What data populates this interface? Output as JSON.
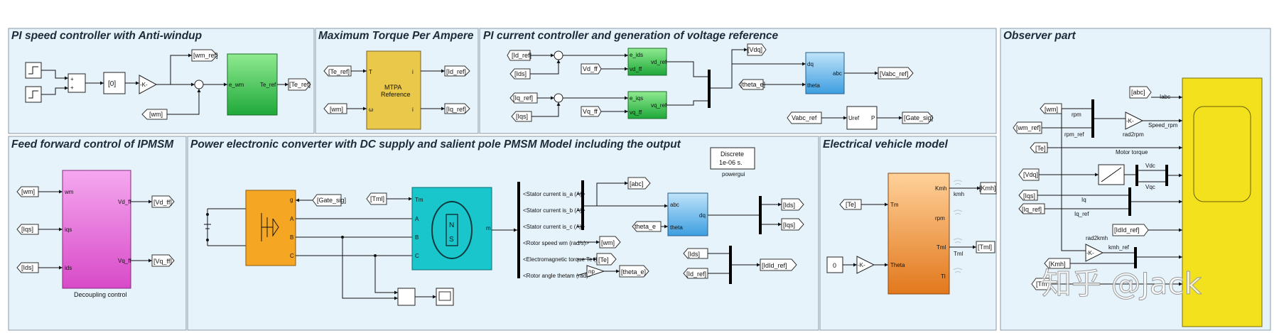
{
  "panels": {
    "speed": "PI speed controller with Anti-windup",
    "mtpa": "Maximum Torque Per Ampere",
    "current": "PI current controller  and generation of voltage reference",
    "observer": "Observer part",
    "feedforward": "Feed forward control of IPMSM",
    "power": "Power electronic converter with DC supply and salient pole PMSM Model including the output",
    "vehicle": "Electrical vehicle model"
  },
  "speed": {
    "constant": "[0]",
    "gain": "-K-",
    "goto_wm_ref": "[wm_ref]",
    "from_wm": "[wm]",
    "pi_in": "e_wm",
    "pi_out": "Te_ref",
    "goto_te_ref": "[Te_ref]"
  },
  "mtpa": {
    "from_te_ref": "[Te_ref]",
    "from_wm": "[wm]",
    "block_line1": "MTPA",
    "block_line2": "Reference",
    "port_t": "T",
    "port_w": "ω",
    "port_id": "i",
    "port_iq": "i",
    "goto_id_ref": "[Id_ref]",
    "goto_iq_ref": "[Iq_ref]"
  },
  "current": {
    "from_id_ref": "[Id_ref]",
    "from_ids": "[Ids]",
    "from_vd_ff": "Vd_ff",
    "from_iq_ref": "[Iq_ref]",
    "from_iqs": "[Iqs]",
    "from_vq_ff": "Vq_ff",
    "pi_d_in1": "e_ids",
    "pi_d_in2": "vd_ff",
    "pi_d_out": "vd_ref",
    "pi_q_in1": "e_iqs",
    "pi_q_in2": "vq_ff",
    "pi_q_out": "vq_ref",
    "goto_vdq": "[Vdq]",
    "from_theta": "[theta_e]",
    "conv_dq": "dq",
    "conv_theta": "theta",
    "conv_abc": "abc",
    "goto_vabc": "[Vabc_ref]",
    "from_vabc": "Vabc_ref",
    "pwm_in": "Uref",
    "pwm_out": "P",
    "goto_gate": "[Gate_sig]"
  },
  "feedforward": {
    "from_wm": "[wm]",
    "from_iqs": "[Iqs]",
    "from_ids": "[Ids]",
    "port_wm": "wm",
    "port_iqs": "iqs",
    "port_ids": "ids",
    "port_vd": "Vd_ff",
    "port_vq": "Vq_ff",
    "goto_vd": "[Vd_ff]",
    "goto_vq": "[Vq_ff]",
    "caption": "Decoupling control"
  },
  "power": {
    "from_gate": "[Gate_sig]",
    "from_tml": "[Tml]",
    "inv_g": "g",
    "inv_a": "A",
    "inv_b": "B",
    "inv_c": "C",
    "mot_tm": "Tm",
    "mot_a": "A",
    "mot_b": "B",
    "mot_c": "C",
    "mot_m": "m",
    "sel_is_a": "<Stator current is_a (A)>",
    "sel_is_b": "<Stator current is_b (A)>",
    "sel_is_c": "<Stator current is_c (A)>",
    "sel_wm": "<Rotor speed wm (rad/s)>",
    "sel_te": "<Electromagnetic torque Te (N*m)>",
    "sel_theta": "<Rotor angle thetam (rad)>",
    "goto_abc": "[abc]",
    "goto_wm": "[wm]",
    "goto_te": "[Te]",
    "gain_np": "np",
    "goto_theta": "[theta_e]",
    "conv_abc": "abc",
    "conv_dq": "dq",
    "conv_theta": "theta",
    "from_theta": "theta_e",
    "goto_ids": "[Ids]",
    "goto_iqs": "[Iqs]",
    "from_ids": "[Ids]",
    "from_id_ref": "[Id_ref]",
    "goto_idid": "[IdId_ref]",
    "powergui_line1": "Discrete",
    "powergui_line2": "1e-06 s.",
    "powergui_caption": "powergui",
    "motor_n": "N",
    "motor_s": "S"
  },
  "vehicle": {
    "from_te": "[Te]",
    "const0": "0",
    "gain": "-K-",
    "port_tm": "Tm",
    "port_theta": "Theta",
    "port_kmh": "Kmh",
    "port_rpm": "rpm",
    "port_tml": "Tml",
    "port_tl": "Tl",
    "lbl_kmh": "kmh",
    "lbl_tml": "Tml",
    "goto_kmh": "[Kmh]",
    "goto_tml": "[Tml]"
  },
  "observer": {
    "from_abc": "[abc]",
    "lbl_iabc": "Iabc",
    "from_wm": "[wm]",
    "from_wm_ref": "[wm_ref]",
    "lbl_rpm": "rpm",
    "lbl_rpm_ref": "rpm_ref",
    "gain_rpm": "-K-",
    "lbl_rad2rpm": "rad2rpm",
    "lbl_speed_rpm": "Speed_rpm",
    "from_te": "[Te]",
    "lbl_motor_torque": "Motor torque",
    "from_vdq": "[Vdq]",
    "lbl_vdc": "Vdc",
    "lbl_vqc": "Vqc",
    "from_iqs": "[Iqs]",
    "lbl_iq": "Iq",
    "from_iq_ref": "[Iq_ref]",
    "lbl_iq_ref": "Iq_ref",
    "from_idid": "[IdId_ref]",
    "lbl_rad2kmh": "rad2kmh",
    "gain_kmh": "-K-",
    "lbl_kmh_ref": "kmh_ref",
    "from_kmh": "[Kmh]",
    "from_tm": "[Tm"
  },
  "watermark": "知乎 @Jack",
  "colors": {
    "panel_bg": "#e6f3fb",
    "pi_green": "#2db84a",
    "mtpa_yellow": "#e9c84a",
    "decoupling_pink": "#e06ad4",
    "inverter_orange": "#f5a623",
    "motor_cyan": "#19c6cc",
    "converter_blue": "#6ab6ea",
    "vehicle_orange": "#f08c2e",
    "scope_yellow": "#f2e11c"
  }
}
